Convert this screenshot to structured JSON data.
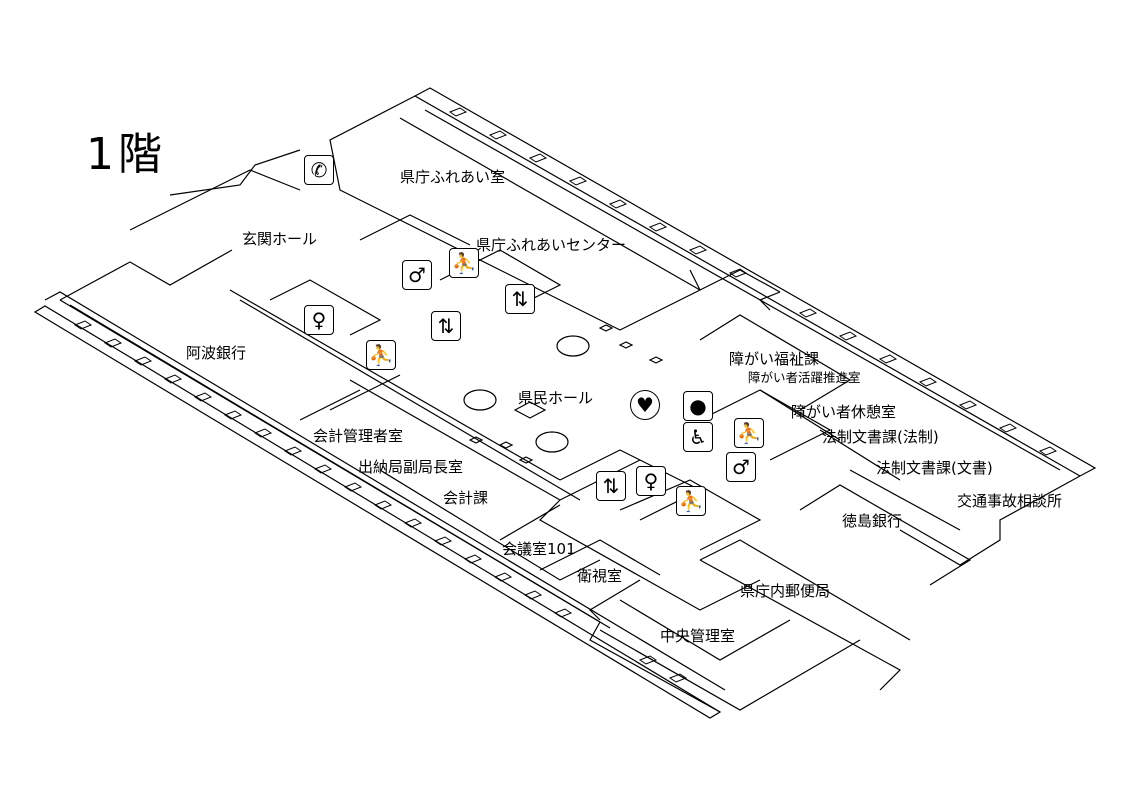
{
  "floor_title": "1階",
  "rooms": [
    {
      "name": "県庁ふれあい室"
    },
    {
      "name": "玄関ホール"
    },
    {
      "name": "県庁ふれあいセンター"
    },
    {
      "name": "阿波銀行"
    },
    {
      "name": "県民ホール"
    },
    {
      "name": "障がい福祉課"
    },
    {
      "name": "障がい者活躍推進室"
    },
    {
      "name": "障がい者休憩室"
    },
    {
      "name": "法制文書課(法制)"
    },
    {
      "name": "法制文書課(文書)"
    },
    {
      "name": "交通事故相談所"
    },
    {
      "name": "徳島銀行"
    },
    {
      "name": "会計管理者室"
    },
    {
      "name": "出納局副局長室"
    },
    {
      "name": "会計課"
    },
    {
      "name": "会議室101"
    },
    {
      "name": "衛視室"
    },
    {
      "name": "県庁内郵便局"
    },
    {
      "name": "中央管理室"
    }
  ],
  "icons": [
    "phone-icon",
    "mens-restroom-icon",
    "stairs-icon",
    "elevator-icon",
    "womens-restroom-icon",
    "elevator-icon",
    "stairs-icon",
    "aed-icon",
    "multipurpose-restroom-icon",
    "accessible-family-icon",
    "stairs-icon",
    "mens-restroom-icon",
    "elevator-icon",
    "womens-restroom-icon",
    "stairs-icon"
  ]
}
